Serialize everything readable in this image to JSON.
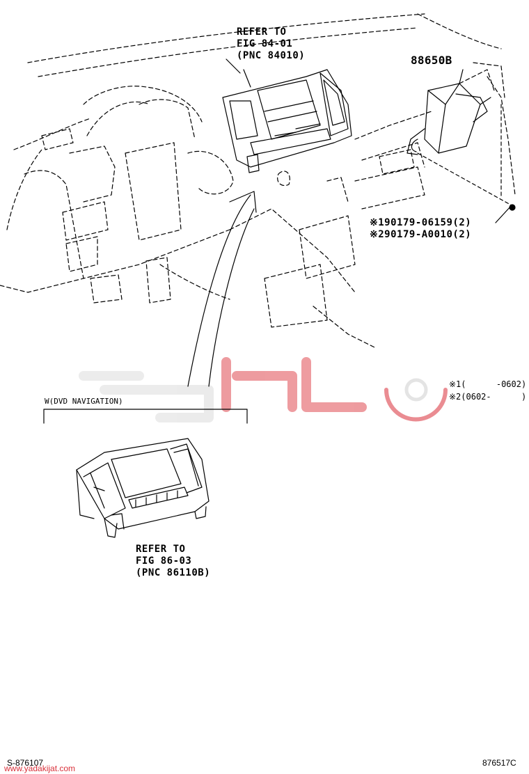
{
  "refer_top": {
    "line1": "REFER TO",
    "line2": "FIG 84-01",
    "line3": "(PNC 84010)"
  },
  "part_module": "88650B",
  "bolts": [
    {
      "mark": "※1",
      "number": "90179-06159(2)"
    },
    {
      "mark": "※2",
      "number": "90179-A0010(2)"
    }
  ],
  "legend": [
    {
      "mark": "※1",
      "range": "(      -0602)"
    },
    {
      "mark": "※2",
      "range": "(0602-      )"
    }
  ],
  "inset_title": "W(DVD NAVIGATION)",
  "refer_inset": {
    "line1": "REFER TO",
    "line2": "FIG 86-03",
    "line3": "(PNC 86110B)"
  },
  "footer_left": "S-876107",
  "footer_right": "876517C",
  "watermark_url": "www.yadakijat.com",
  "colors": {
    "line": "#000000",
    "watermark": "#d9303a",
    "watermark_light": "#e8e8e8"
  }
}
